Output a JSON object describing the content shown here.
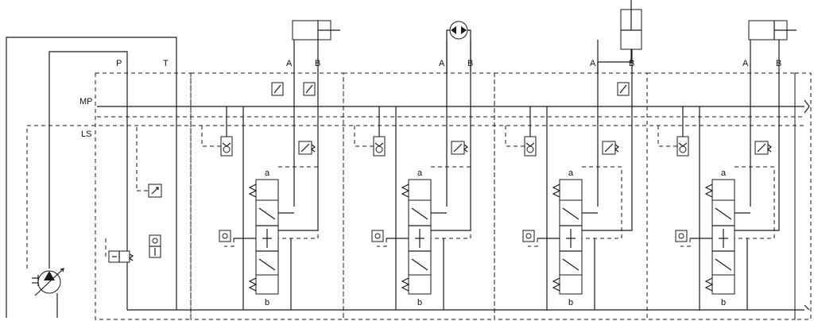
{
  "diagram": {
    "ports": {
      "pressure": "P",
      "tank": "T",
      "main_pressure": "MP",
      "load_sense": "LS"
    },
    "sections": [
      {
        "port_a": "A",
        "port_b": "B",
        "spool_top": "a",
        "spool_bottom": "b",
        "actuator": "double-acting-cylinder"
      },
      {
        "port_a": "A",
        "port_b": "B",
        "spool_top": "a",
        "spool_bottom": "b",
        "actuator": "hydraulic-motor"
      },
      {
        "port_a": "A",
        "port_b": "B",
        "spool_top": "a",
        "spool_bottom": "b",
        "actuator": "vertical-cylinder"
      },
      {
        "port_a": "A",
        "port_b": "B",
        "spool_top": "a",
        "spool_bottom": "b",
        "actuator": "double-acting-cylinder"
      }
    ],
    "colors": {
      "line": "#1a1a1a",
      "background": "#ffffff"
    }
  }
}
